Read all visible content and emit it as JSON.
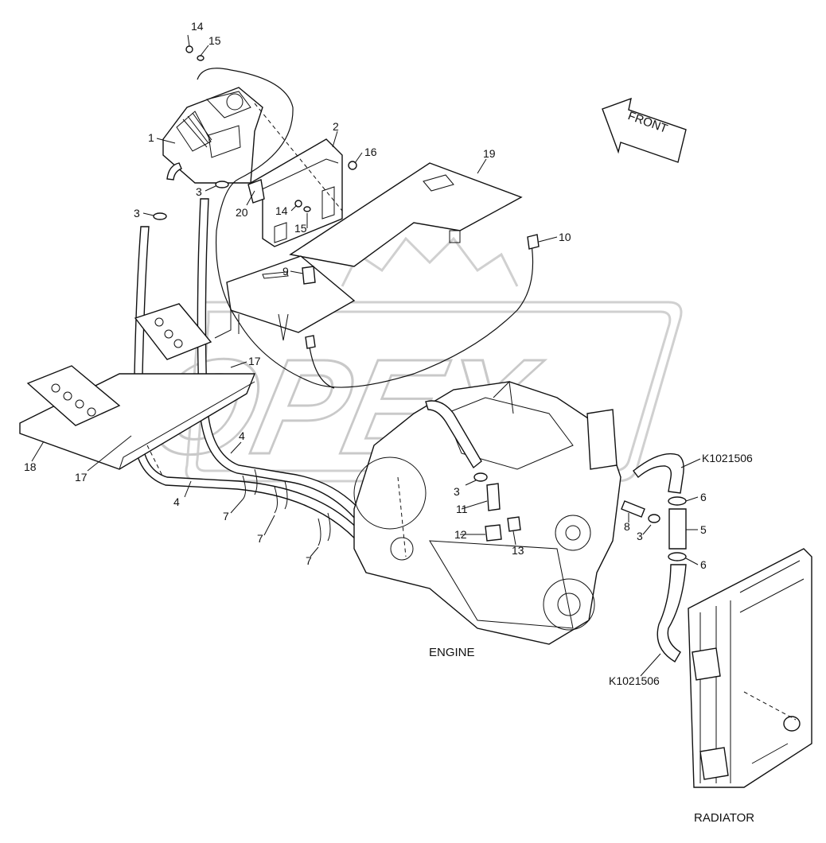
{
  "watermark": {
    "text": "OPEX"
  },
  "direction": {
    "label": "FRONT"
  },
  "captions": {
    "engine": "ENGINE",
    "radiator": "RADIATOR"
  },
  "part_refs": {
    "k1": "K1021506",
    "k2": "K1021506"
  },
  "labels": {
    "p14a": "14",
    "p15a": "15",
    "p1": "1",
    "p2": "2",
    "p16": "16",
    "p19": "19",
    "p3a": "3",
    "p3b": "3",
    "p20": "20",
    "p14b": "14",
    "p15b": "15",
    "p10": "10",
    "p9": "9",
    "p17a": "17",
    "p18": "18",
    "p17b": "17",
    "p4a": "4",
    "p4b": "4",
    "p7a": "7",
    "p7b": "7",
    "p7c": "7",
    "p3c": "3",
    "p11": "11",
    "p12": "12",
    "p13": "13",
    "p8": "8",
    "p3d": "3",
    "p6a": "6",
    "p5": "5",
    "p6b": "6"
  }
}
